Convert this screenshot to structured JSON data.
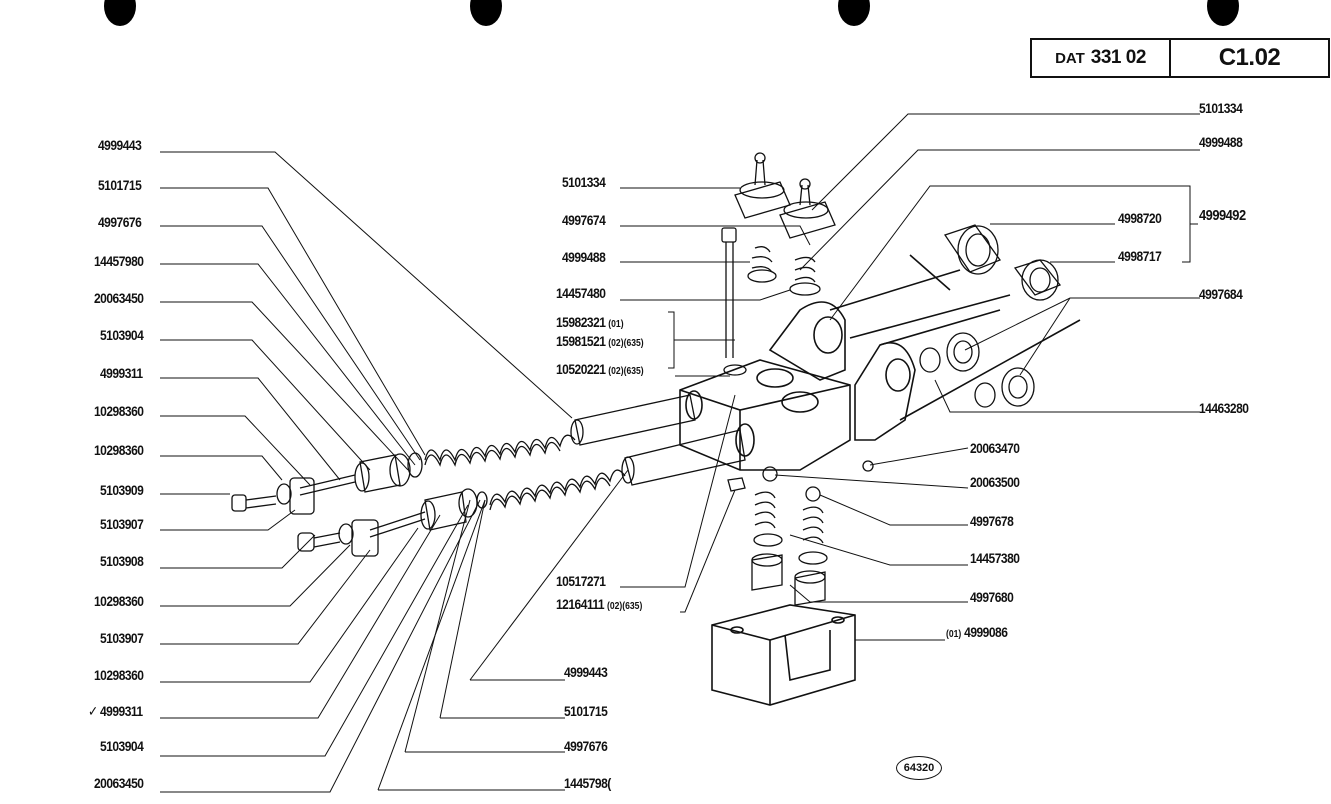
{
  "header": {
    "prefix": "DAT",
    "number": "331 02",
    "sheet": "C1.02"
  },
  "ref_code": "64320",
  "left_labels": [
    "4999443",
    "5101715",
    "4997676",
    "14457980",
    "20063450",
    "5103904",
    "4999311",
    "10298360",
    "10298360",
    "5103909",
    "5103907",
    "5103908",
    "10298360",
    "5103907",
    "10298360",
    "4999311",
    "5103904",
    "20063450"
  ],
  "mid_labels": [
    {
      "text": "5101334"
    },
    {
      "text": "4997674"
    },
    {
      "text": "4999488"
    },
    {
      "text": "14457480"
    },
    {
      "text": "15982321",
      "sub": "(01)"
    },
    {
      "text": "15981521",
      "sub": "(02)(635)"
    },
    {
      "text": "10520221",
      "sub": "(02)(635)"
    },
    {
      "text": "10517271"
    },
    {
      "text": "12164111",
      "sub": "(02)(635)"
    }
  ],
  "bottom_labels": [
    "4999443",
    "5101715",
    "4997676",
    "1445798("
  ],
  "right_labels": {
    "r1": "5101334",
    "r2": "4999488",
    "r3": "4998720",
    "r4": "4999492",
    "r5": "4998717",
    "r6": "4997684",
    "r7": "14463280",
    "r8": "20063470",
    "r9": "20063500",
    "r10": "4997678",
    "r11": "14457380",
    "r12": "4997680",
    "r13_sub": "(01)",
    "r13": "4999086"
  }
}
